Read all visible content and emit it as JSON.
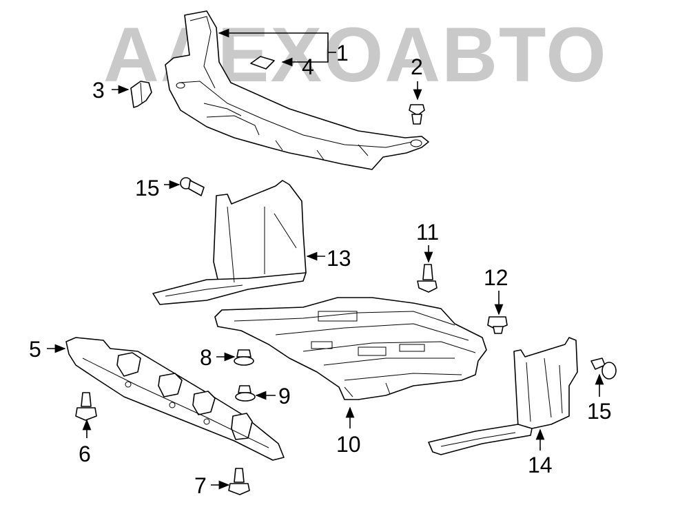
{
  "watermark": {
    "text": "AAEXOABTO",
    "color": "#c9c9c9"
  },
  "callouts": {
    "c1": "1",
    "c2": "2",
    "c3": "3",
    "c4": "4",
    "c5": "5",
    "c6": "6",
    "c7": "7",
    "c8": "8",
    "c9": "9",
    "c10": "10",
    "c11": "11",
    "c12": "12",
    "c13": "13",
    "c14": "14",
    "c15a": "15",
    "c15b": "15"
  },
  "colors": {
    "line": "#000000",
    "background": "#ffffff"
  }
}
